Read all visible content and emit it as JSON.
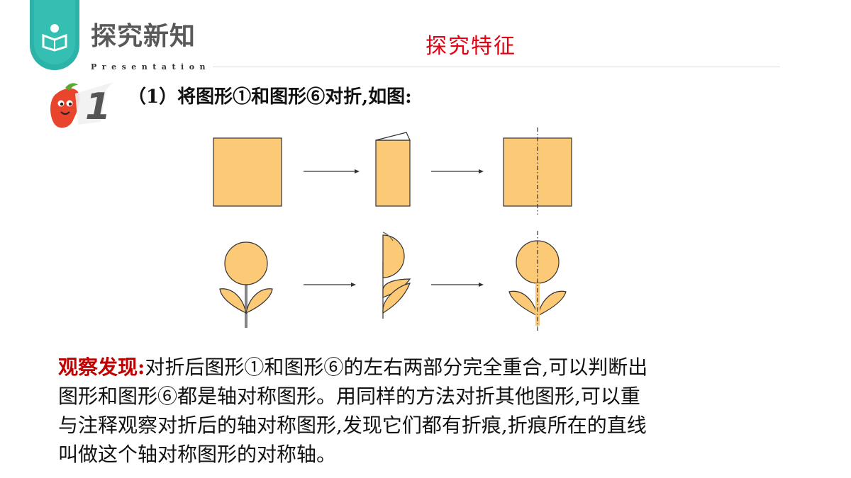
{
  "header": {
    "title": "探究新知",
    "subtitle": "Presentation",
    "icon": "reading-person-icon",
    "accent": "#2bb3a9"
  },
  "section_label": "探究特征",
  "step": {
    "number": "1",
    "text": "（1）将图形①和图形⑥对折,如图:"
  },
  "figure_colors": {
    "fill": "#fcc977",
    "stroke": "#333333"
  },
  "observation": {
    "label": "观察发现:",
    "lines": [
      "对折后图形①和图形⑥的左右两部分完全重合,可以判断出",
      "图形和图形⑥都是轴对称图形。用同样的方法对折其他图形,可以重",
      "与注释观察对折后的轴对称图形,发现它们都有折痕,折痕所在的直线",
      "叫做这个轴对称图形的对称轴。"
    ]
  }
}
